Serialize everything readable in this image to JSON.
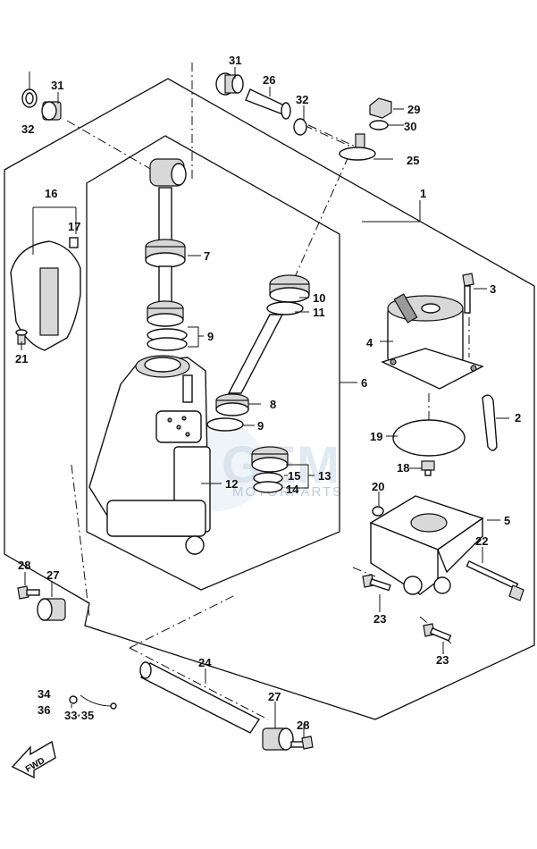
{
  "watermark": {
    "logo": "GEM",
    "text": "MOTORPARTS"
  },
  "fwd_arrow_label": "FWD",
  "labels": {
    "p1": "1",
    "p2": "2",
    "p3": "3",
    "p4": "4",
    "p5": "5",
    "p6": "6",
    "p7": "7",
    "p8": "8",
    "p9a": "9",
    "p9b": "9",
    "p10": "10",
    "p11": "11",
    "p12": "12",
    "p13": "13",
    "p14": "14",
    "p15": "15",
    "p16": "16",
    "p17": "17",
    "p18": "18",
    "p19": "19",
    "p20": "20",
    "p21": "21",
    "p22": "22",
    "p23a": "23",
    "p23b": "23",
    "p24": "24",
    "p25": "25",
    "p26": "26",
    "p27a": "27",
    "p27b": "27",
    "p28a": "28",
    "p28b": "28",
    "p29": "29",
    "p30": "30",
    "p31a": "31",
    "p31b": "31",
    "p32a": "32",
    "p32b": "32",
    "p33_35": "33·35",
    "p34": "34",
    "p36": "36"
  }
}
